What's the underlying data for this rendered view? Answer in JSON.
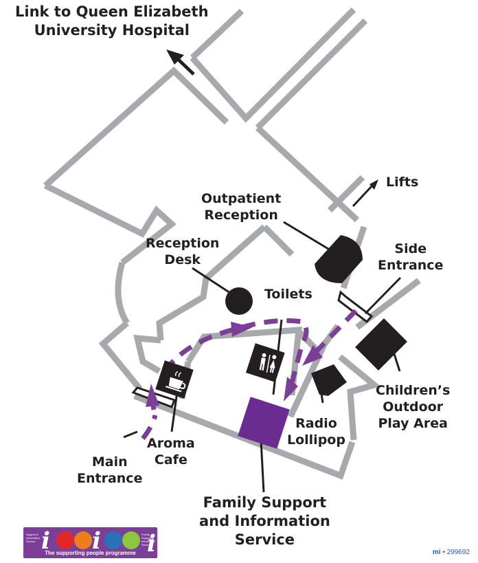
{
  "labels": {
    "link_hospital": [
      "Link to Queen Elizabeth",
      "University Hospital"
    ],
    "lifts": "Lifts",
    "outpatient": [
      "Outpatient",
      "Reception"
    ],
    "reception_desk": [
      "Reception",
      "Desk"
    ],
    "side_entrance": [
      "Side",
      "Entrance"
    ],
    "toilets": "Toilets",
    "childrens_play": [
      "Children’s",
      "Outdoor",
      "Play Area"
    ],
    "main_entrance": [
      "Main",
      "Entrance"
    ],
    "aroma_cafe": [
      "Aroma",
      "Cafe"
    ],
    "radio_lollipop": [
      "Radio",
      "Lollipop"
    ],
    "family_support": [
      "Family Support",
      "and Information",
      "Service"
    ]
  },
  "banner": {
    "tagline": "The supporting people programme",
    "small_left": "Support & Information Service",
    "small_right": "Family Support & Information Service",
    "i_glyph": "i"
  },
  "code": {
    "mi": "mi",
    "number": "299692"
  },
  "icons": [
    "coffee-cup-icon",
    "toilets-icon",
    "arrow-icon"
  ],
  "colors": {
    "walls": "#a7a9ac",
    "marker": "#231f20",
    "route": "#7b3f98",
    "family_support": "#6b2c91"
  }
}
